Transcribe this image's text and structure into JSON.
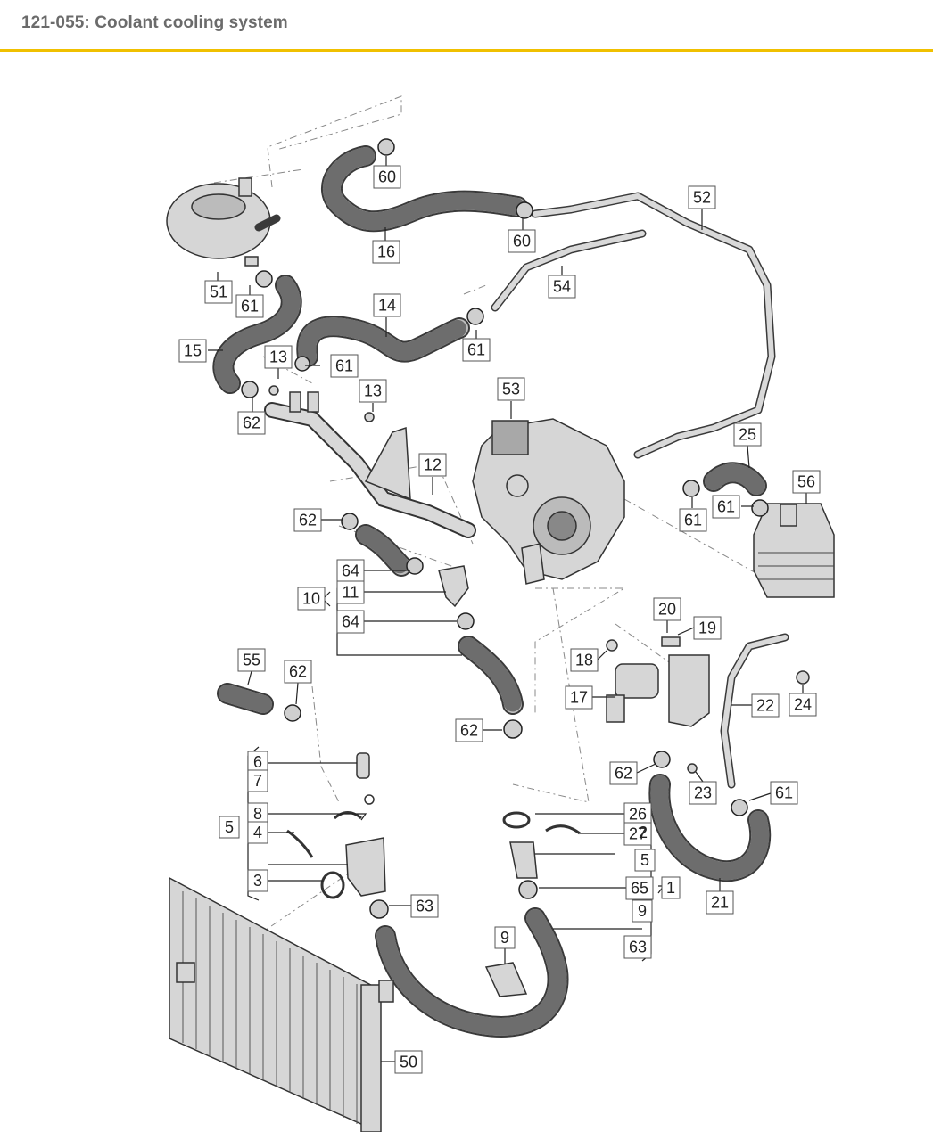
{
  "header": {
    "title": "121-055: Coolant cooling system"
  },
  "callouts": [
    {
      "label": "60"
    },
    {
      "label": "52"
    },
    {
      "label": "60"
    },
    {
      "label": "16"
    },
    {
      "label": "51"
    },
    {
      "label": "61"
    },
    {
      "label": "54"
    },
    {
      "label": "14"
    },
    {
      "label": "61"
    },
    {
      "label": "15"
    },
    {
      "label": "13"
    },
    {
      "label": "61"
    },
    {
      "label": "13"
    },
    {
      "label": "53"
    },
    {
      "label": "62"
    },
    {
      "label": "25"
    },
    {
      "label": "12"
    },
    {
      "label": "56"
    },
    {
      "label": "61"
    },
    {
      "label": "61"
    },
    {
      "label": "62"
    },
    {
      "label": "64"
    },
    {
      "label": "10"
    },
    {
      "label": "11"
    },
    {
      "label": "64"
    },
    {
      "label": "20"
    },
    {
      "label": "19"
    },
    {
      "label": "18"
    },
    {
      "label": "55"
    },
    {
      "label": "62"
    },
    {
      "label": "17"
    },
    {
      "label": "22"
    },
    {
      "label": "24"
    },
    {
      "label": "62"
    },
    {
      "label": "6"
    },
    {
      "label": "7"
    },
    {
      "label": "62"
    },
    {
      "label": "23"
    },
    {
      "label": "61"
    },
    {
      "label": "8"
    },
    {
      "label": "5"
    },
    {
      "label": "4"
    },
    {
      "label": "26"
    },
    {
      "label": "27"
    },
    {
      "label": "2"
    },
    {
      "label": "5"
    },
    {
      "label": "3"
    },
    {
      "label": "63"
    },
    {
      "label": "65"
    },
    {
      "label": "1"
    },
    {
      "label": "9"
    },
    {
      "label": "21"
    },
    {
      "label": "9"
    },
    {
      "label": "63"
    },
    {
      "label": "50"
    }
  ]
}
